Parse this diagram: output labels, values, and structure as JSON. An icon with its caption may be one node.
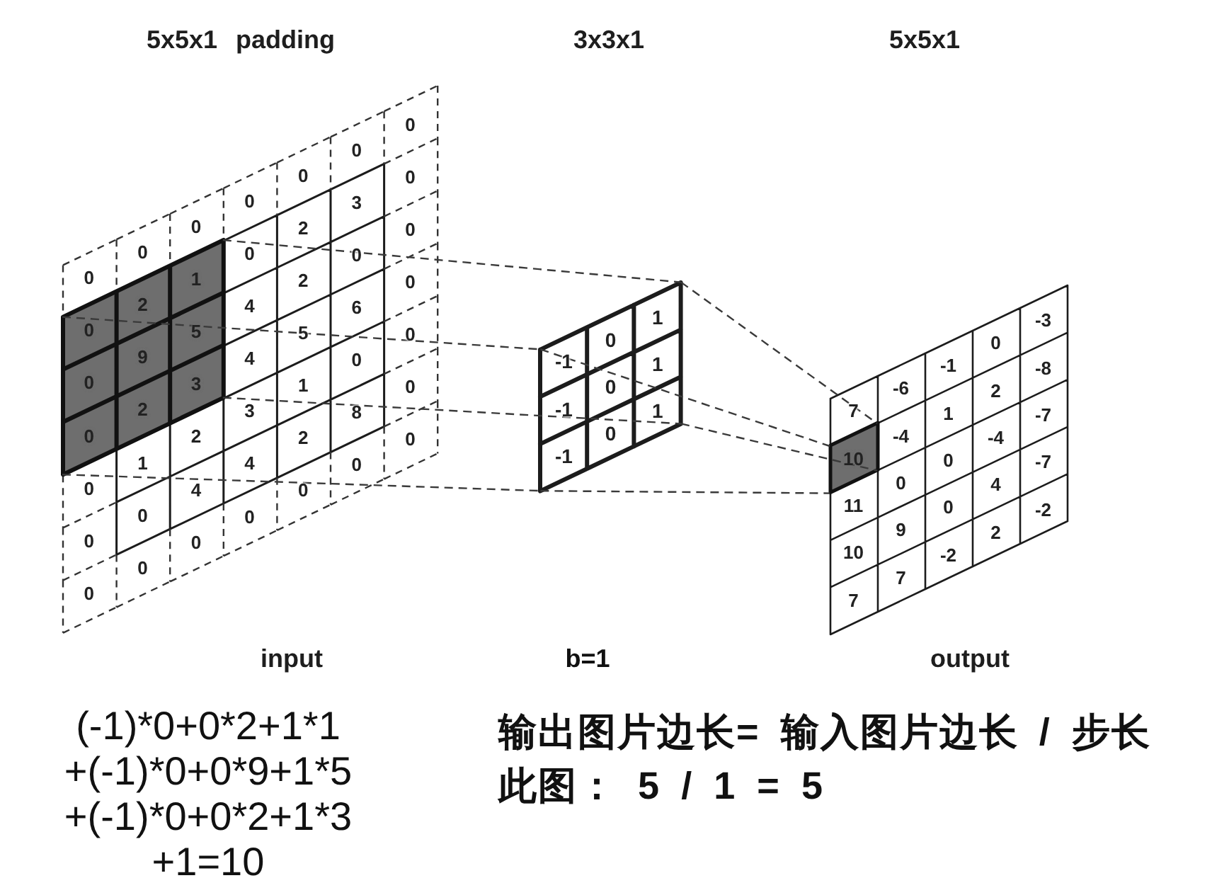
{
  "diagram": {
    "nodes": [
      {
        "text": [
          "5x5x1 padding",
          "0",
          "0",
          "0",
          "0",
          "0",
          "0",
          "0",
          "0",
          "2",
          "3",
          "0",
          "4",
          "2",
          "0",
          "0",
          "4",
          "5",
          "6",
          "0",
          "0",
          "1",
          "2",
          "3",
          "1",
          "0",
          "0",
          "0",
          "0",
          "4",
          "4",
          "2",
          "8",
          "0",
          "0",
          "0",
          "0",
          "0",
          "0",
          "0",
          "0"
        ],
        "beside": [
          "input"
        ]
      },
      {
        "text": [
          "0",
          "2",
          "1",
          "0",
          "9",
          "5",
          "0",
          "2",
          "3"
        ],
        "in": 0
      },
      {
        "text": [
          "3x3x1",
          "-1",
          "0",
          "1",
          "-1",
          "0",
          "1",
          "-1",
          "0",
          "1"
        ]
      },
      {
        "text": [
          "5x5x1",
          "7",
          "-6",
          "-1",
          "0",
          "-3",
          "-4",
          "1",
          "2",
          "-8",
          "11",
          "0",
          "0",
          "-4",
          "-7",
          "10",
          "9",
          "0",
          "4",
          "-7",
          "7",
          "7",
          "-2",
          "2",
          "-2"
        ],
        "beside": [
          "output"
        ]
      },
      {
        "text": [
          "10"
        ],
        "in": 3
      }
    ],
    "edges": [
      {
        "from": 1,
        "to": 2,
        "arrow": "none",
        "style": "dashed"
      },
      {
        "from": 1,
        "to": 2,
        "arrow": "none",
        "style": "dashed"
      },
      {
        "from": 1,
        "to": 2,
        "arrow": "none",
        "style": "dashed"
      },
      {
        "from": 1,
        "to": 2,
        "arrow": "none",
        "style": "dashed"
      },
      {
        "from": 2,
        "to": 4,
        "arrow": "none",
        "style": "dashed"
      },
      {
        "from": 2,
        "to": 4,
        "arrow": "none",
        "style": "dashed"
      },
      {
        "from": 2,
        "to": 4,
        "arrow": "none",
        "style": "dashed"
      },
      {
        "from": 2,
        "to": 4,
        "arrow": "none",
        "style": "dashed"
      }
    ],
    "labels": [
      "b=1",
      "(-1)*0+0*2+1*1 +(-1)*0+0*9+1*5 +(-1)*0+0*2+1*3 +1=10",
      "输出图片边长= 输入图片边长 / 步长",
      "此图： 5 / 1 = 5"
    ]
  }
}
